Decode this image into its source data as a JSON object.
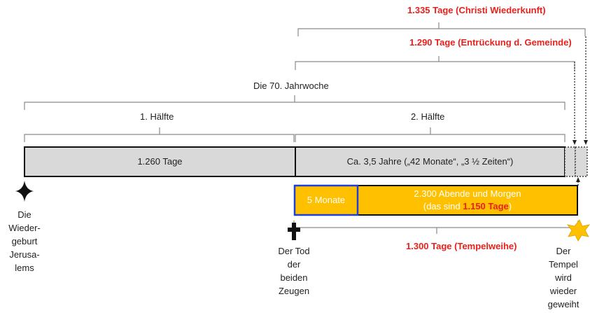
{
  "labels": {
    "total_1335": "1.335 Tage (Christi Wiederkunft)",
    "total_1290": "1.290 Tage (Entrückung d. Gemeinde)",
    "week70": "Die 70. Jahrwoche",
    "half1": "1. Hälfte",
    "half2": "2. Hälfte",
    "bar1": "1.260 Tage",
    "bar2": "Ca. 3,5 Jahre („42 Monate“, „3 ½ Zeiten“)",
    "months5": "5 Monate",
    "evenings_line1": "2.300 Abende und Morgen",
    "evenings_line2_a": "(das sind ",
    "evenings_line2_b": "1.150 Tage",
    "evenings_line2_c": ")",
    "temple_days": "1.300 Tage (Tempelweihe)",
    "rebirth": [
      "Die",
      "Wieder-",
      "geburt",
      "Jerusa-",
      "lems"
    ],
    "death": [
      "Der Tod",
      "der",
      "beiden",
      "Zeugen"
    ],
    "temple": [
      "Der",
      "Tempel",
      "wird",
      "wieder",
      "geweiht"
    ]
  },
  "colors": {
    "gray_bar": "#d9d9d9",
    "orange": "#ffc000",
    "blue": "#1f3fd6",
    "red": "#e8201c",
    "bracket": "#8a8a8a"
  },
  "icons": {
    "rebirth": "four-point-star-icon",
    "death": "cross-icon",
    "temple": "gold-star-icon"
  }
}
